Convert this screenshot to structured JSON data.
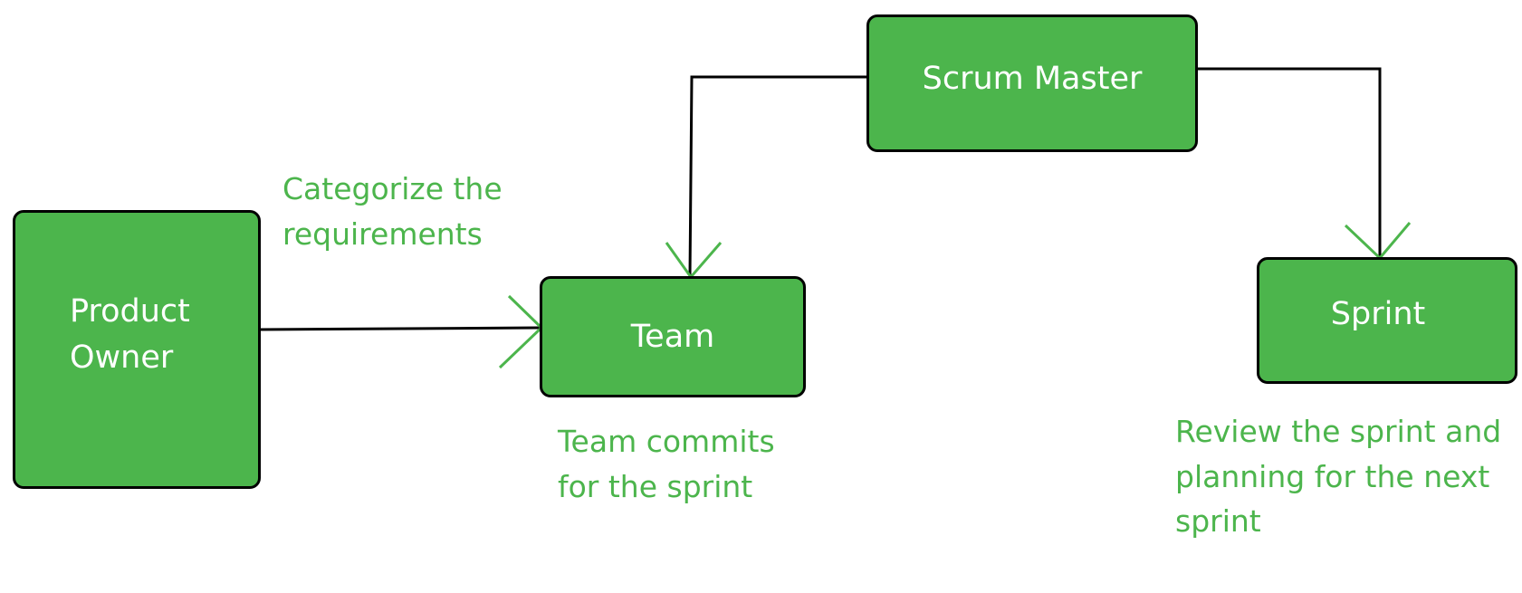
{
  "colors": {
    "box_fill": "#4cb54c",
    "box_border": "#000000",
    "box_text": "#ffffff",
    "note_text": "#4cb54c",
    "arrow_head": "#4cb54c",
    "connector": "#000000"
  },
  "nodes": {
    "product_owner": "Product\nOwner",
    "team": "Team",
    "scrum_master": "Scrum Master",
    "sprint": "Sprint"
  },
  "notes": {
    "categorize": "Categorize the\nrequirements",
    "team_commits": "Team commits\nfor the sprint",
    "review": "Review the sprint and\nplanning for the next\nsprint"
  },
  "edges": [
    {
      "from": "Product Owner",
      "to": "Team"
    },
    {
      "from": "Scrum Master",
      "to": "Team"
    },
    {
      "from": "Scrum Master",
      "to": "Sprint"
    }
  ]
}
